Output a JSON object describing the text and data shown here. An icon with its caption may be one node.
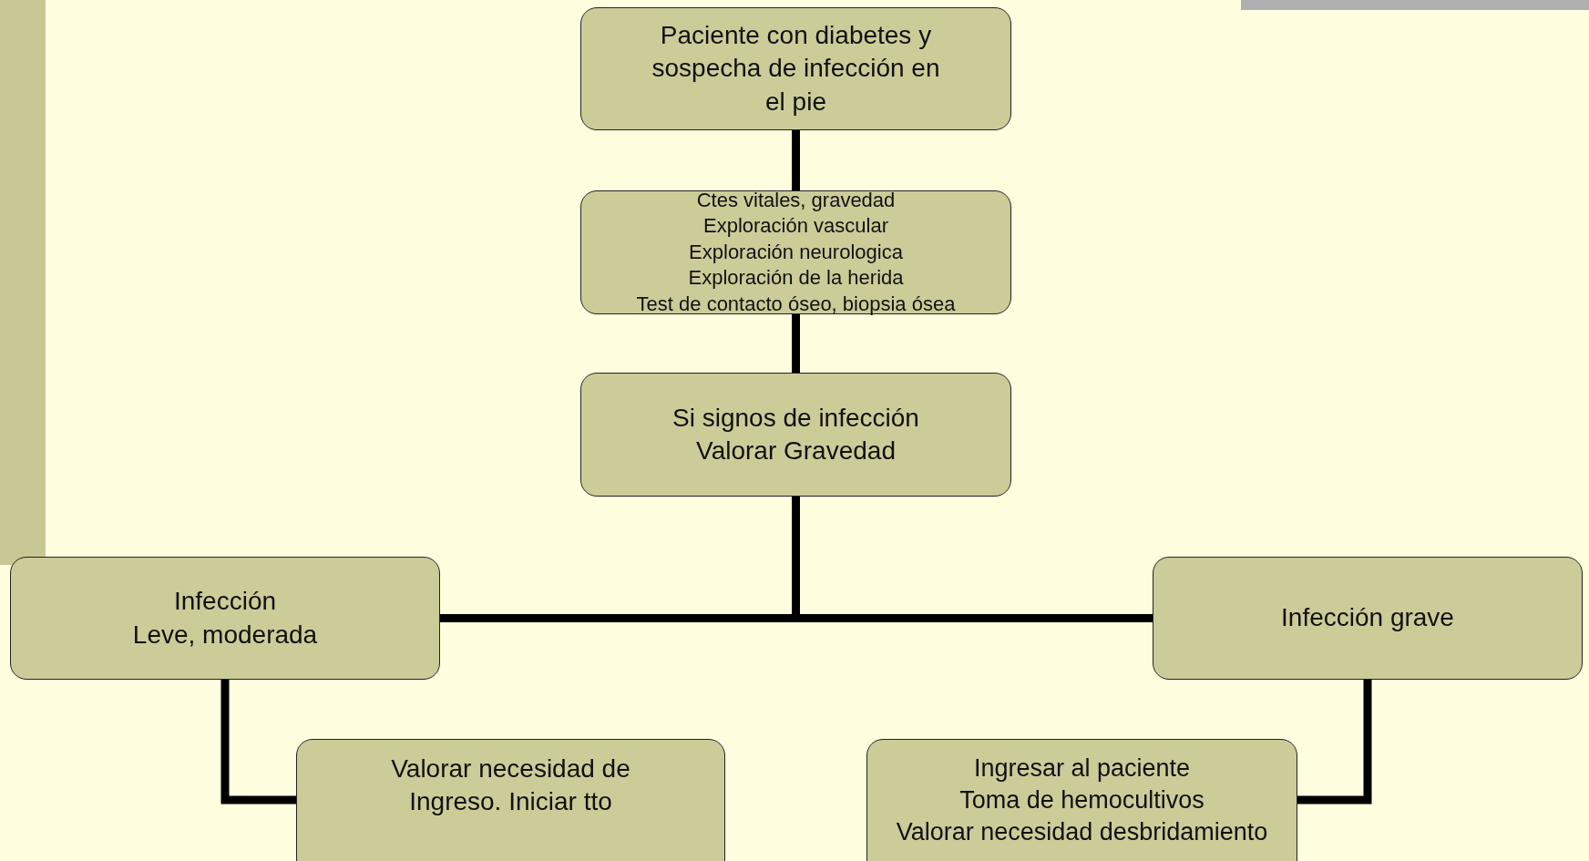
{
  "diagram": {
    "nodes": [
      {
        "text": [
          "Paciente con diabetes y sospecha de infección en el pie"
        ]
      },
      {
        "text": [
          "Ctes vitales, gravedad",
          "Exploración vascular",
          "Exploración neurologica",
          "Exploración de la herida",
          "Test de contacto óseo, biopsia ósea"
        ]
      },
      {
        "text": [
          "Si signos de infección",
          "Valorar Gravedad"
        ]
      },
      {
        "text": [
          "Infección",
          "Leve, moderada"
        ]
      },
      {
        "text": [
          "Infección grave"
        ]
      },
      {
        "text": [
          "Valorar necesidad de Ingreso. Iniciar tto"
        ]
      },
      {
        "text": [
          "Ingresar al paciente",
          "Toma de hemocultivos",
          "Valorar necesidad desbridamiento"
        ]
      }
    ],
    "edges": [
      {
        "from": 0,
        "to": 1,
        "arrow": "none"
      },
      {
        "from": 1,
        "to": 2,
        "arrow": "none"
      },
      {
        "from": 2,
        "to": 3,
        "arrow": "none"
      },
      {
        "from": 2,
        "to": 4,
        "arrow": "none"
      },
      {
        "from": 3,
        "to": 5,
        "arrow": "none"
      },
      {
        "from": 4,
        "to": 6,
        "arrow": "none"
      }
    ]
  }
}
